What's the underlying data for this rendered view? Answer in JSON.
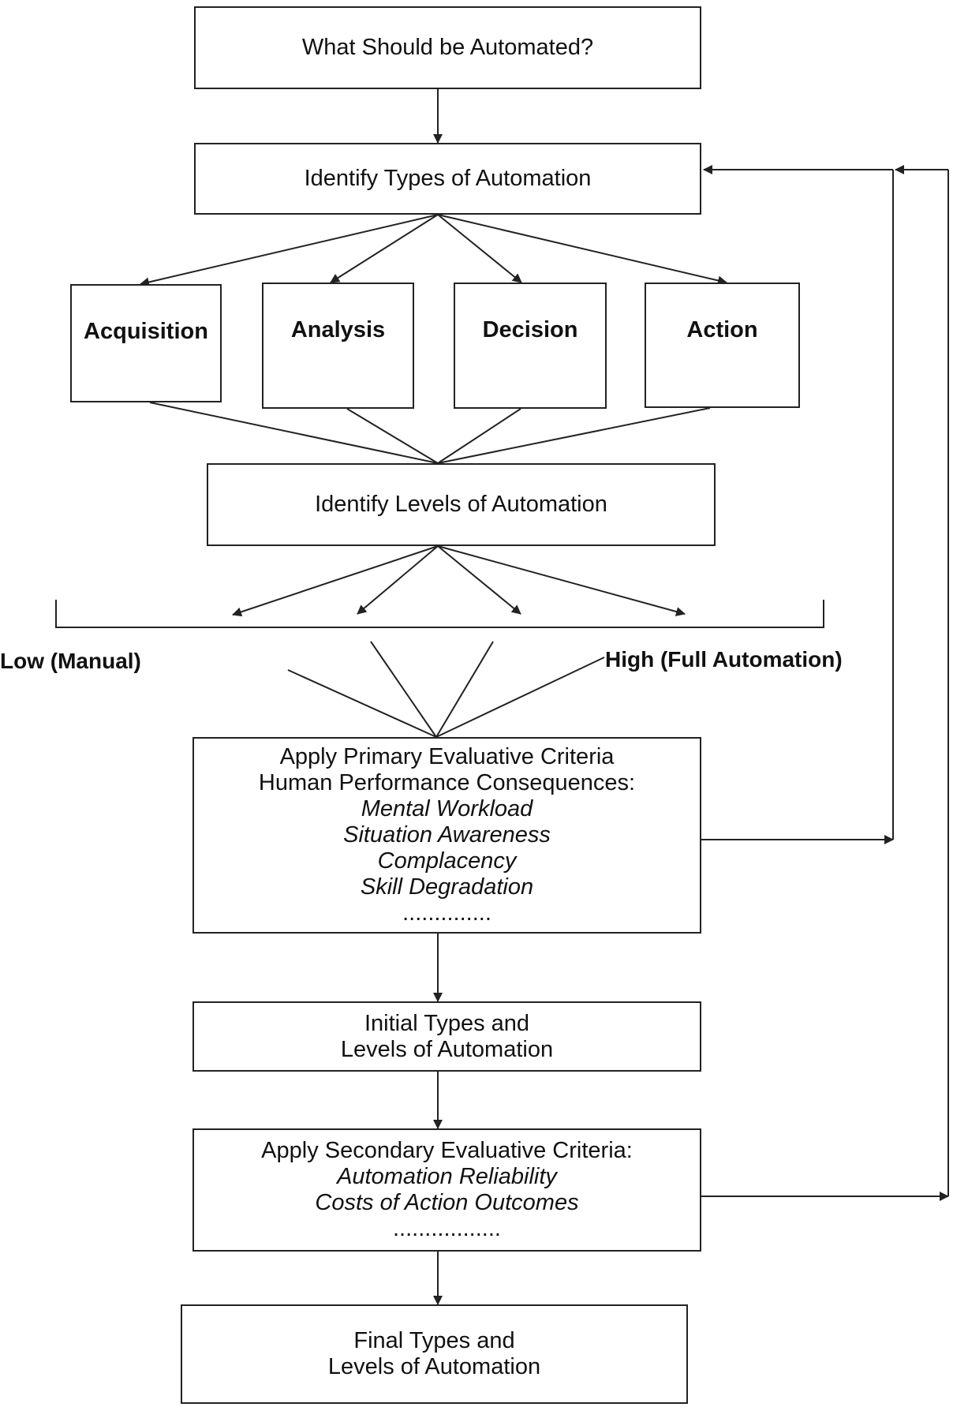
{
  "top_box": {
    "label": "What Should be Automated?"
  },
  "types_box": {
    "label": "Identify Types of Automation"
  },
  "types": [
    {
      "label": "Acquisition"
    },
    {
      "label": "Analysis"
    },
    {
      "label": "Decision"
    },
    {
      "label": "Action"
    }
  ],
  "levels_box": {
    "label": "Identify Levels of Automation"
  },
  "scale": {
    "low_label": "Low (Manual)",
    "high_label": "High (Full Automation)"
  },
  "primary_box": {
    "line1": "Apply Primary Evaluative Criteria",
    "line2": "Human Performance Consequences:",
    "criteria": [
      "Mental Workload",
      "Situation Awareness",
      "Complacency",
      "Skill Degradation"
    ],
    "ellipsis": ".............."
  },
  "initial_box": {
    "line1": "Initial Types and",
    "line2": "Levels of Automation"
  },
  "secondary_box": {
    "line1": "Apply Secondary Evaluative Criteria:",
    "criteria": [
      "Automation Reliability",
      "Costs of Action Outcomes"
    ],
    "ellipsis": "................."
  },
  "final_box": {
    "line1": "Final Types and",
    "line2": "Levels of Automation"
  }
}
